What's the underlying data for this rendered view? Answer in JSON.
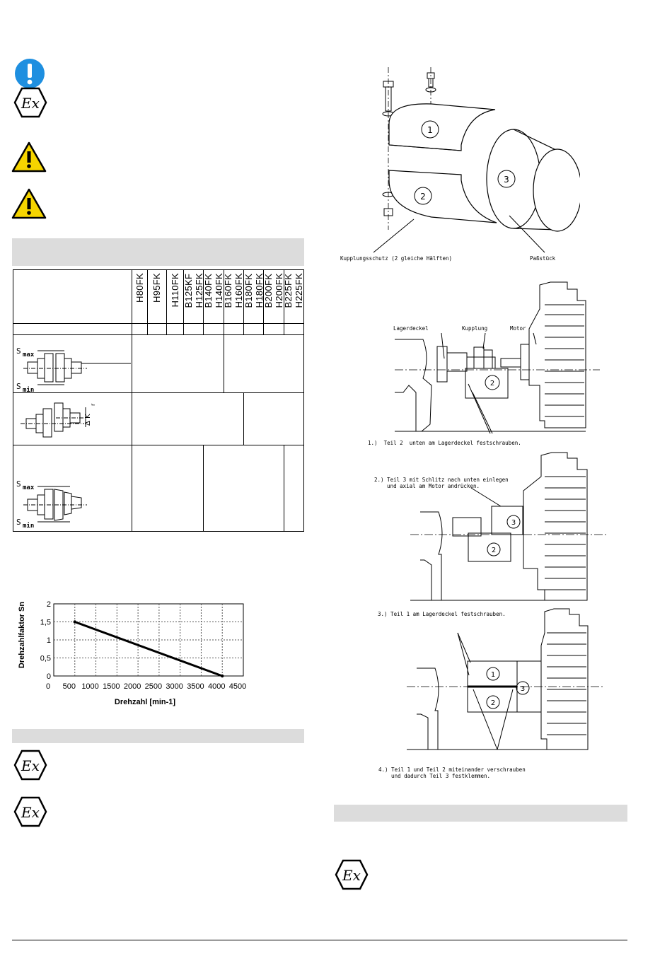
{
  "icons": {
    "info": "exclamation-info-icon",
    "ex": "ex-atex-icon",
    "warning": "warning-triangle-icon"
  },
  "coupling_table": {
    "headers": [
      "H80FK",
      "H95FK",
      "H110FK",
      "B125KF",
      "H125FK",
      "B140FK",
      "H140FK",
      "B160FK",
      "H160FK",
      "B180FK",
      "H180FK",
      "B200FK",
      "H200FK",
      "B225FK",
      "H225FK"
    ],
    "row_labels": {
      "smax": "S",
      "smax_sub": "max",
      "smin": "S",
      "smin_sub": "min",
      "delta_kr": "Δ K",
      "delta_kr_sub": "r"
    }
  },
  "chart_data": {
    "type": "line",
    "x": [
      500,
      4000
    ],
    "y": [
      1.5,
      0
    ],
    "xlabel": "Drehzahl [min-1]",
    "ylabel": "Drehzahlfaktor Sn",
    "xlim": [
      0,
      4500
    ],
    "ylim": [
      0,
      2
    ],
    "x_ticks": [
      "0",
      "500",
      "1000",
      "1500",
      "2000",
      "2500",
      "3000",
      "3500",
      "4000",
      "4500"
    ],
    "y_ticks": [
      "0",
      "0,5",
      "1",
      "1,5",
      "2"
    ],
    "grid": true,
    "legend": "none"
  },
  "guard_drawing": {
    "part1": "1",
    "part2": "2",
    "part3": "3",
    "caption_left": "Kupplungsschutz (2 gleiche Hälften)",
    "caption_right": "Paßstück"
  },
  "step1": {
    "lagerdeckel": "Lagerdeckel",
    "kupplung": "Kupplung",
    "motor": "Motor",
    "caption": "1.)  Teil 2  unten am Lagerdeckel festschrauben."
  },
  "step2": {
    "caption": "2.) Teil 3 mit Schlitz nach unten einlegen\n    und axial am Motor andrücken."
  },
  "step3": {
    "caption": "3.) Teil 1 am Lagerdeckel festschrauben."
  },
  "step4": {
    "caption": "4.) Teil 1 und Teil 2 miteinander verschrauben\n    und dadurch Teil 3 festklemmen."
  }
}
